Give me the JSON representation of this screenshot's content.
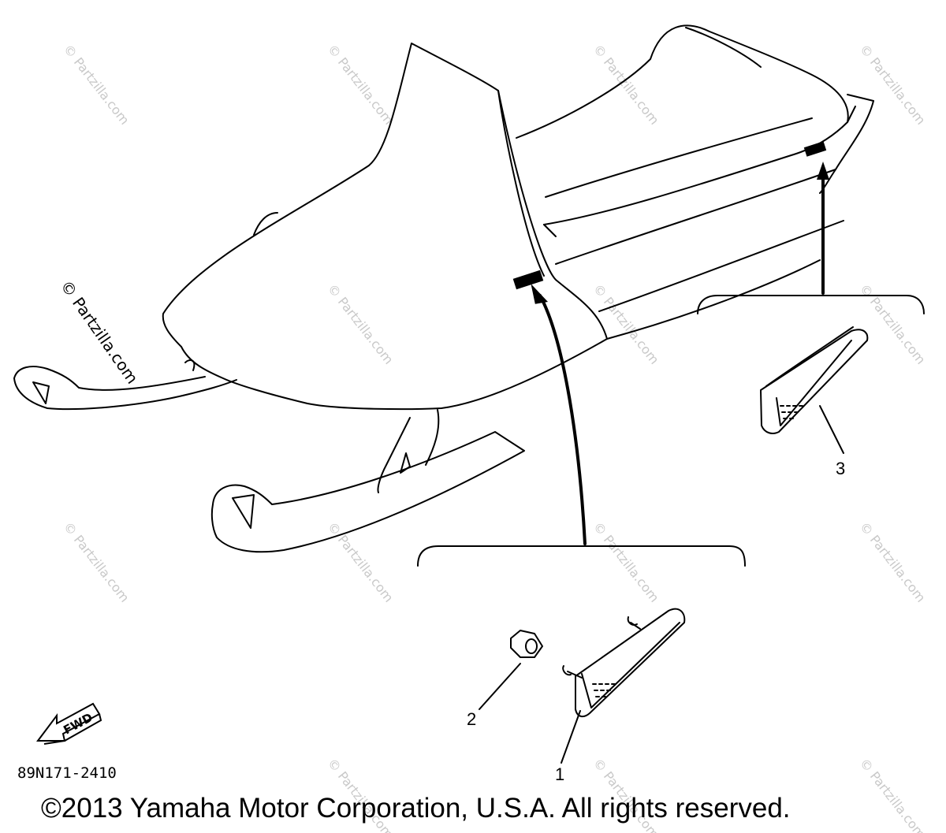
{
  "diagram": {
    "callouts": [
      {
        "number": "1"
      },
      {
        "number": "2"
      },
      {
        "number": "3"
      }
    ],
    "fwd_label": "FWD",
    "part_code": "89N171-2410",
    "copyright": "©2013 Yamaha Motor Corporation, U.S.A. All rights reserved.",
    "watermark": "© Partzilla.com",
    "line_color": "#000000",
    "watermark_color": "#c9c9c9"
  }
}
